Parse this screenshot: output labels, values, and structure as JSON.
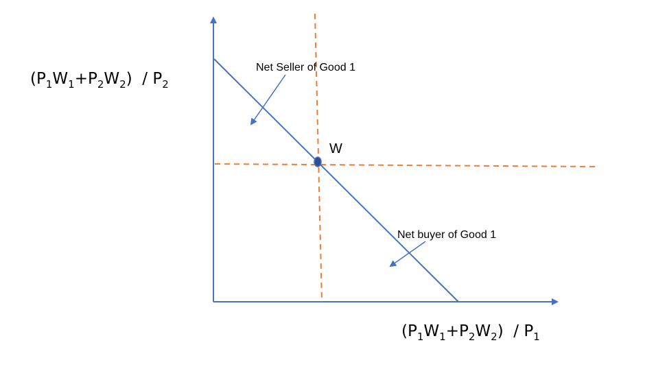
{
  "labels": {
    "y_axis_pre": "(P",
    "y_axis_sub1": "1",
    "y_axis_mid1": "W",
    "y_axis_sub2": "1",
    "y_axis_mid2": "+P",
    "y_axis_sub3": "2",
    "y_axis_mid3": "W",
    "y_axis_sub4": "2",
    "y_axis_mid4": ")  / P",
    "y_axis_sub5": "2",
    "x_axis_pre": "(P",
    "x_axis_sub1": "1",
    "x_axis_mid1": "W",
    "x_axis_sub2": "1",
    "x_axis_mid2": "+P",
    "x_axis_sub3": "2",
    "x_axis_mid3": "W",
    "x_axis_sub4": "2",
    "x_axis_mid4": ")  / P",
    "x_axis_sub5": "1",
    "net_seller": "Net Seller of Good 1",
    "net_buyer": "Net buyer of Good 1",
    "endowment_point": "W"
  },
  "colors": {
    "axis": "#4472C4",
    "budget_line": "#4472C4",
    "dashed": "#ED7D31",
    "point_fill": "#2F4F8F",
    "text": "#000000"
  }
}
